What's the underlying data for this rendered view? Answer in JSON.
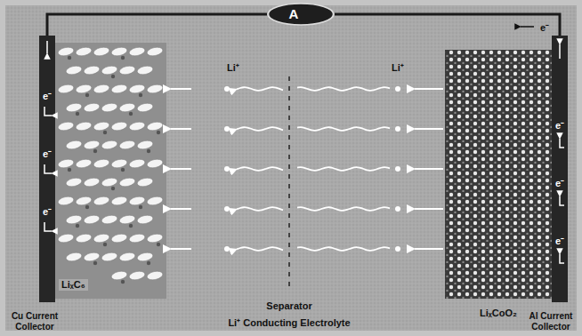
{
  "diagram": {
    "nodes": [
      {
        "text": [
          "A"
        ]
      },
      {
        "text": [
          "e⁻",
          "e⁻",
          "e⁻",
          "Cu Current Collector"
        ]
      },
      {
        "text": [
          "LiₓC₆"
        ]
      },
      {
        "text": [
          "LiₓCoO₂"
        ]
      },
      {
        "text": [
          "e⁻",
          "e⁻",
          "e⁻",
          "Al Current Collector"
        ]
      }
    ],
    "edges": [
      {
        "from": 4,
        "to": 0,
        "arrow": "none"
      },
      {
        "from": 0,
        "to": 1,
        "arrow": "none"
      }
    ],
    "labels": [
      "e⁻",
      "Li⁺",
      "Li⁺",
      "Separator",
      "Li⁺ Conducting Electrolyte"
    ]
  }
}
